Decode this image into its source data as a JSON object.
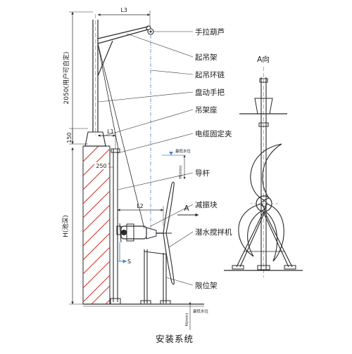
{
  "labels": {
    "hoist": "手拉葫芦",
    "crane_frame": "起吊架",
    "lifting_chain": "起吊环链",
    "hand_wheel": "盘动手把",
    "frame_seat": "吊架座",
    "cable_clamp": "电缆固定夹",
    "guide_rod": "导杆",
    "damping_block": "减振块",
    "mixer": "潜水搅拌机",
    "limit_frame": "限位架"
  },
  "dims": {
    "l1": "L1",
    "l2": "L2",
    "l3": "L3",
    "d150": "150",
    "d250": "250",
    "height_user": "2050(用户可自定)",
    "height_pool": "H(池深)",
    "min_water_top": "最低水位",
    "min_water_bottom": "最低水位",
    "h_min_top": "H(min)",
    "h_min_bottom": "H(min)",
    "s_value": "S"
  },
  "view": {
    "direction_label": "A向",
    "arrow_label": "A"
  },
  "caption": "安装系统",
  "colors": {
    "line": "#2a2a2a",
    "accent_blue": "#4a86c9",
    "hatch": "#c0392b",
    "leader": "#333333"
  }
}
